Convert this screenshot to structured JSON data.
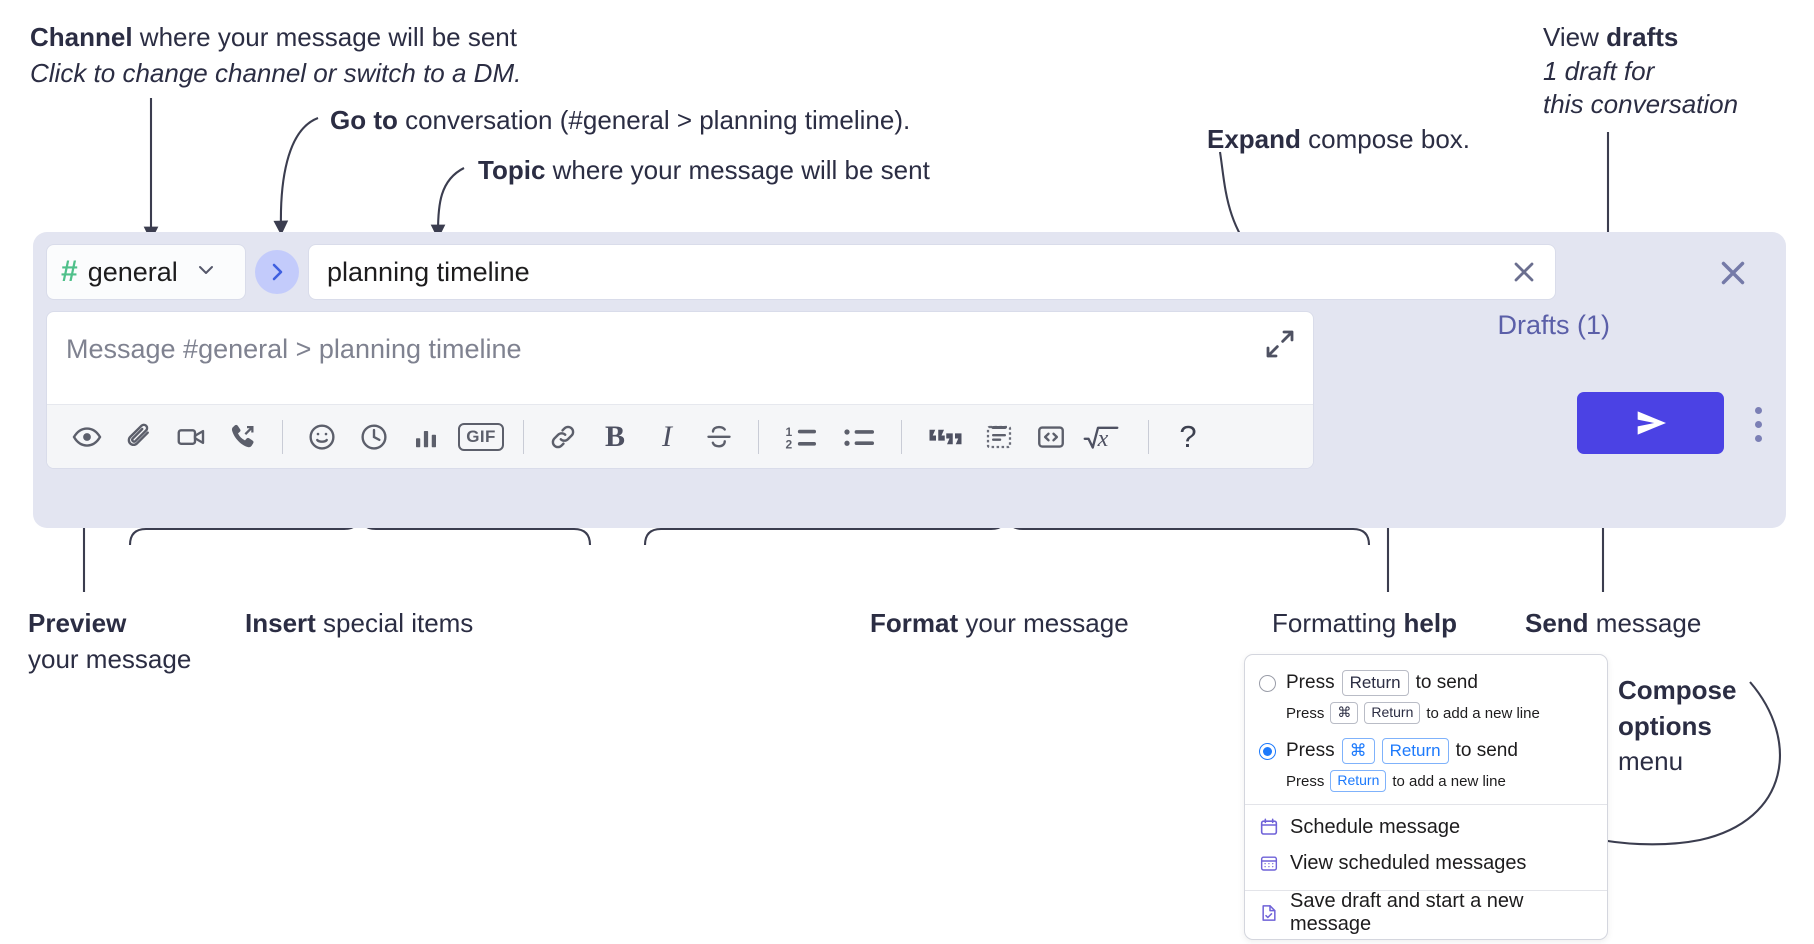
{
  "annotations": {
    "channel": {
      "bold": "Channel",
      "rest": " where your message will be sent",
      "italic": "Click to change channel or switch to a DM."
    },
    "goto": {
      "bold": "Go to",
      "rest": " conversation (#general > planning timeline)."
    },
    "topic": {
      "bold": "Topic",
      "rest": " where your message will be sent"
    },
    "expand": {
      "bold": "Expand",
      "rest": " compose box."
    },
    "drafts": {
      "bold_prefix": "View ",
      "bold": "drafts",
      "italic_line1": "1 draft for",
      "italic_line2": "this conversation"
    },
    "preview": {
      "bold": "Preview",
      "line2": "your message"
    },
    "insert": {
      "bold": "Insert",
      "rest": " special items"
    },
    "format": {
      "bold": "Format",
      "rest": " your message"
    },
    "formatting_help": {
      "plain": "Formatting ",
      "bold": "help"
    },
    "send": {
      "bold": "Send",
      "rest": " message"
    },
    "compose_options": {
      "bold_line1": "Compose",
      "bold_line2": "options",
      "line3": "menu"
    }
  },
  "compose": {
    "channel_name": "general",
    "hash_symbol": "#",
    "hash_color": "#4fc08a",
    "topic_value": "planning timeline",
    "message_placeholder": "Message #general > planning timeline",
    "drafts_label": "Drafts (1)",
    "accent_send_color": "#4b42e4",
    "panel_bg_color": "#e3e5f1",
    "toolbar_icons": [
      {
        "name": "preview-eye-icon",
        "label": "Preview"
      },
      {
        "name": "attachment-paperclip-icon",
        "label": "Attach file"
      },
      {
        "name": "video-camera-icon",
        "label": "Record video clip"
      },
      {
        "name": "audio-call-icon",
        "label": "Record audio clip"
      },
      {
        "name": "emoji-icon",
        "label": "Emoji"
      },
      {
        "name": "clock-icon",
        "label": "Reminder"
      },
      {
        "name": "poll-bar-chart-icon",
        "label": "Poll"
      },
      {
        "name": "gif-icon",
        "label": "GIF"
      },
      {
        "name": "link-icon",
        "label": "Link"
      },
      {
        "name": "bold-icon",
        "label": "Bold"
      },
      {
        "name": "italic-icon",
        "label": "Italic"
      },
      {
        "name": "strikethrough-icon",
        "label": "Strikethrough"
      },
      {
        "name": "ordered-list-icon",
        "label": "Ordered list"
      },
      {
        "name": "bulleted-list-icon",
        "label": "Bulleted list"
      },
      {
        "name": "blockquote-icon",
        "label": "Blockquote"
      },
      {
        "name": "code-block-icon",
        "label": "Code block"
      },
      {
        "name": "inline-code-icon",
        "label": "Code"
      },
      {
        "name": "math-icon",
        "label": "Math"
      },
      {
        "name": "help-icon",
        "label": "?"
      }
    ],
    "gif_label": "GIF",
    "help_label": "?"
  },
  "popup": {
    "option1": {
      "press": "Press",
      "key": "Return",
      "tail": "to send",
      "selected": false,
      "sub_press": "Press",
      "sub_key1": "⌘",
      "sub_key2": "Return",
      "sub_tail": "to add a new line"
    },
    "option2": {
      "press": "Press",
      "key1": "⌘",
      "key2": "Return",
      "tail": "to send",
      "selected": true,
      "sub_press": "Press",
      "sub_key": "Return",
      "sub_tail": "to add a new line"
    },
    "items": [
      {
        "icon": "calendar-schedule-icon",
        "label": "Schedule message"
      },
      {
        "icon": "calendar-grid-icon",
        "label": "View scheduled messages"
      },
      {
        "icon": "save-draft-icon",
        "label": "Save draft and start a new message"
      }
    ]
  }
}
